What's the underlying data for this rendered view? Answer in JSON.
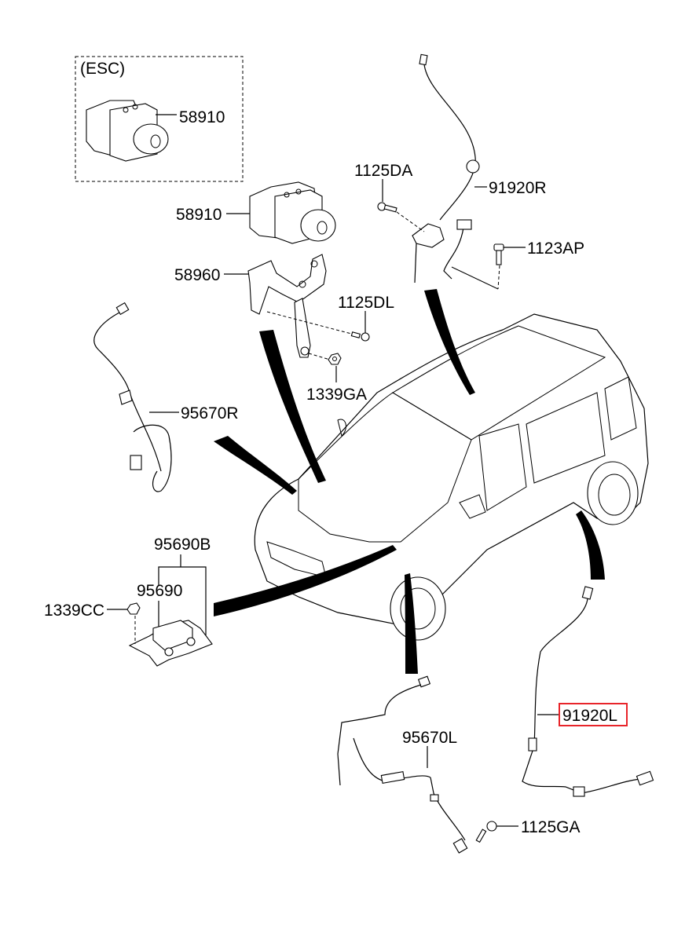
{
  "diagram": {
    "title": "ABS / ESC hydraulic module and wheel speed sensor assembly",
    "esc_box_label": "(ESC)",
    "highlight_color": "#e8242a",
    "parts": [
      {
        "id": "esc-unit",
        "number": "58910",
        "description": "ESC hydraulic module",
        "highlighted": false
      },
      {
        "id": "abs-unit",
        "number": "58910",
        "description": "ABS hydraulic module",
        "highlighted": false
      },
      {
        "id": "bracket",
        "number": "58960",
        "description": "Hydraulic module bracket",
        "highlighted": false
      },
      {
        "id": "bolt-1125dl",
        "number": "1125DL",
        "description": "Bolt",
        "highlighted": false
      },
      {
        "id": "nut-1339ga",
        "number": "1339GA",
        "description": "Nut",
        "highlighted": false
      },
      {
        "id": "bolt-1125da",
        "number": "1125DA",
        "description": "Bolt",
        "highlighted": false
      },
      {
        "id": "sensor-rear-right",
        "number": "91920R",
        "description": "Rear wheel speed sensor RH",
        "highlighted": false
      },
      {
        "id": "bolt-1123ap",
        "number": "1123AP",
        "description": "Bolt",
        "highlighted": false
      },
      {
        "id": "sensor-front-right",
        "number": "95670R",
        "description": "Front wheel speed sensor RH",
        "highlighted": false
      },
      {
        "id": "sensor-assy-95690b",
        "number": "95690B",
        "description": "Sensor assembly",
        "highlighted": false
      },
      {
        "id": "sensor-95690",
        "number": "95690",
        "description": "Yaw rate sensor",
        "highlighted": false
      },
      {
        "id": "nut-1339cc",
        "number": "1339CC",
        "description": "Nut",
        "highlighted": false
      },
      {
        "id": "sensor-front-left",
        "number": "95670L",
        "description": "Front wheel speed sensor LH",
        "highlighted": false
      },
      {
        "id": "sensor-rear-left",
        "number": "91920L",
        "description": "Rear wheel speed sensor LH",
        "highlighted": true
      },
      {
        "id": "bolt-1125ga",
        "number": "1125GA",
        "description": "Bolt",
        "highlighted": false
      }
    ]
  }
}
